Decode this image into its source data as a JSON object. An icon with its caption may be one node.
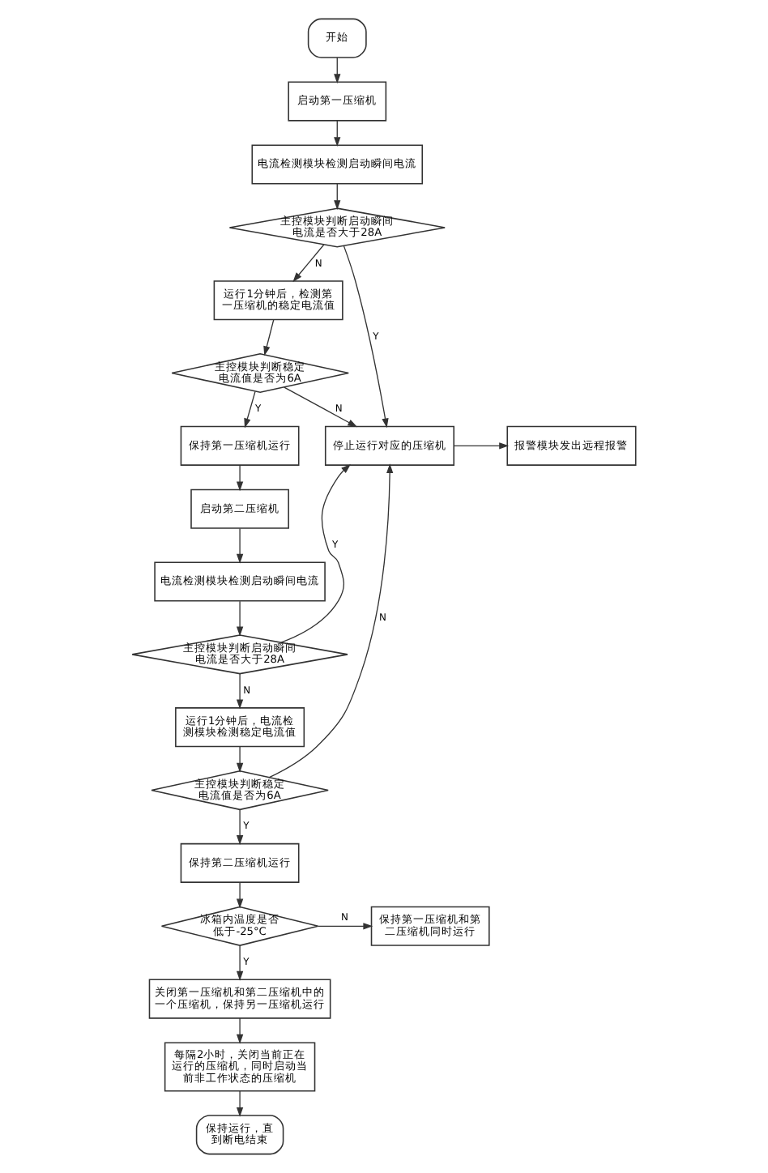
{
  "diagram": {
    "nodes": [
      {
        "text": [
          "开始"
        ]
      },
      {
        "text": [
          "启动第一压缩机"
        ]
      },
      {
        "text": [
          "电流检测模块检测启动瞬间电流"
        ]
      },
      {
        "text": [
          "主控模块判断启动瞬间电流是否大于28A"
        ]
      },
      {
        "text": [
          "运行1分钟后，检测第一压缩机的稳定电流值"
        ]
      },
      {
        "text": [
          "主控模块判断稳定电流值是否为6A"
        ]
      },
      {
        "text": [
          "保持第一压缩机运行"
        ]
      },
      {
        "text": [
          "启动第二压缩机"
        ]
      },
      {
        "text": [
          "电流检测模块检测启动瞬间电流"
        ]
      },
      {
        "text": [
          "主控模块判断启动瞬间电流是否大于28A"
        ]
      },
      {
        "text": [
          "运行1分钟后，电流检测模块检测稳定电流值"
        ]
      },
      {
        "text": [
          "主控模块判断稳定电流值是否为6A"
        ]
      },
      {
        "text": [
          "保持第二压缩机运行"
        ]
      },
      {
        "text": [
          "冰箱内温度是否低于-25°C"
        ]
      },
      {
        "text": [
          "保持第一压缩机和第二压缩机同时运行"
        ]
      },
      {
        "text": [
          "关闭第一压缩机和第二压缩机中的一个压缩机，保持另一压缩机运行"
        ]
      },
      {
        "text": [
          "每隔2小时，关闭当前正在运行的压缩机，同时启动当前非工作状态的压缩机"
        ]
      },
      {
        "text": [
          "保持运行，直到断电结束"
        ]
      },
      {
        "text": [
          "停止运行对应的压缩机"
        ]
      },
      {
        "text": [
          "报警模块发出远程报警"
        ]
      }
    ],
    "edges": [
      {
        "from": 0,
        "to": 1,
        "arrow": "to"
      },
      {
        "from": 1,
        "to": 2,
        "arrow": "to"
      },
      {
        "from": 2,
        "to": 3,
        "arrow": "to"
      },
      {
        "from": 3,
        "to": 18,
        "label": "Y",
        "arrow": "to"
      },
      {
        "from": 3,
        "to": 4,
        "label": "N",
        "arrow": "to"
      },
      {
        "from": 4,
        "to": 5,
        "arrow": "to"
      },
      {
        "from": 5,
        "to": 18,
        "label": "N",
        "arrow": "to"
      },
      {
        "from": 5,
        "to": 6,
        "label": "Y",
        "arrow": "to"
      },
      {
        "from": 6,
        "to": 7,
        "arrow": "to"
      },
      {
        "from": 7,
        "to": 8,
        "arrow": "to"
      },
      {
        "from": 8,
        "to": 9,
        "arrow": "to"
      },
      {
        "from": 9,
        "to": 18,
        "label": "Y",
        "arrow": "to"
      },
      {
        "from": 9,
        "to": 10,
        "label": "N",
        "arrow": "to"
      },
      {
        "from": 10,
        "to": 11,
        "arrow": "to"
      },
      {
        "from": 11,
        "to": 18,
        "label": "N",
        "arrow": "to"
      },
      {
        "from": 11,
        "to": 12,
        "label": "Y",
        "arrow": "to"
      },
      {
        "from": 12,
        "to": 13,
        "arrow": "to"
      },
      {
        "from": 13,
        "to": 14,
        "label": "N",
        "arrow": "to"
      },
      {
        "from": 13,
        "to": 15,
        "label": "Y",
        "arrow": "to"
      },
      {
        "from": 15,
        "to": 16,
        "arrow": "to"
      },
      {
        "from": 16,
        "to": 17,
        "arrow": "to"
      },
      {
        "from": 18,
        "to": 19,
        "arrow": "to"
      }
    ]
  }
}
